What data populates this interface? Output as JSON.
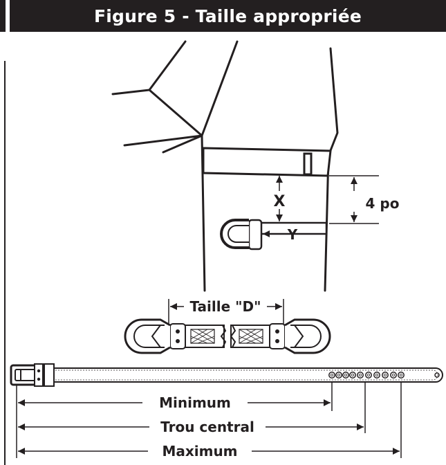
{
  "title": "Figure 5 - Taille appropriée",
  "labels": {
    "x": "X",
    "y": "Y",
    "four_in": "4 po",
    "d_size": "Taille \"D\"",
    "minimum": "Minimum",
    "center_hole": "Trou central",
    "maximum": "Maximum"
  },
  "colors": {
    "ink": "#231f20",
    "background": "#ffffff"
  }
}
